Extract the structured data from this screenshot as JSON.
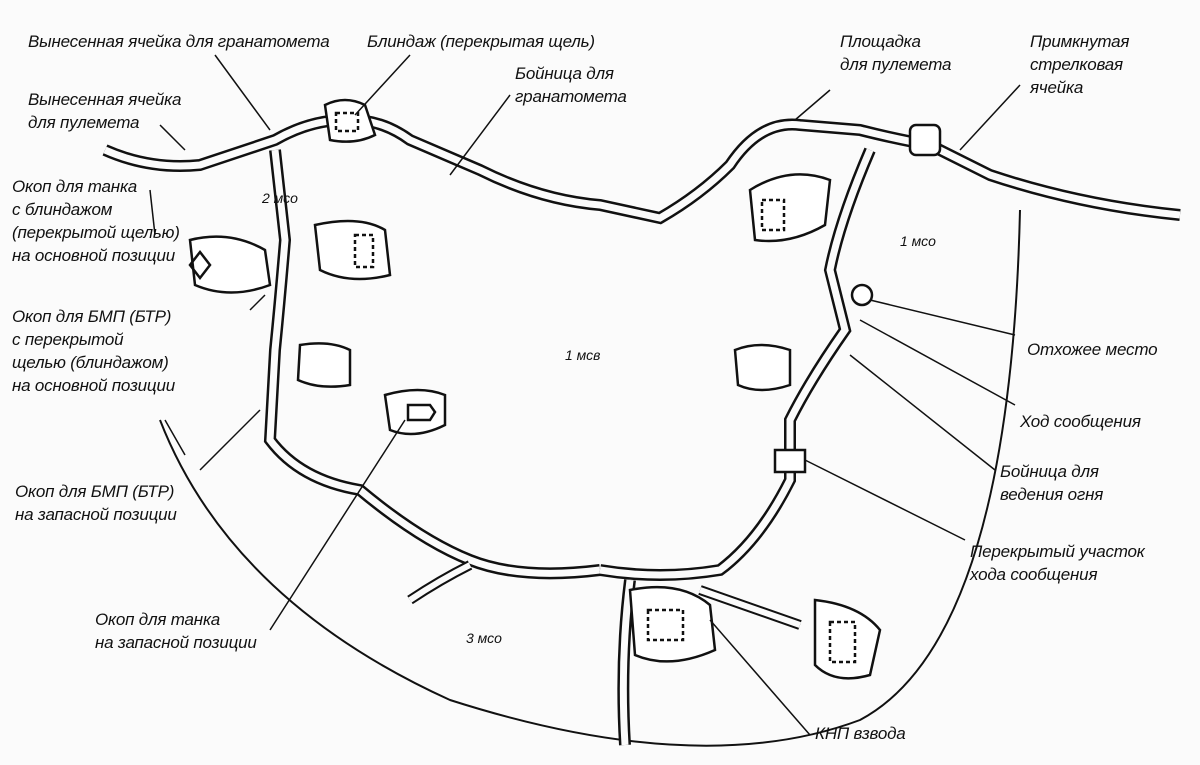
{
  "diagram": {
    "colors": {
      "ink": "#111111",
      "paper": "#fbfbfb",
      "fill": "#ffffff"
    },
    "units": {
      "platoon": "1 мсв",
      "squad1": "1 мсо",
      "squad2": "2 мсо",
      "squad3": "3 мсо"
    },
    "labels": {
      "grenade_cell": [
        "Вынесенная ячейка для гранатомета"
      ],
      "dugout": [
        "Блиндаж (перекрытая щель)"
      ],
      "grenade_loophole": [
        "Бойница для",
        "гранатомета"
      ],
      "mg_pad": [
        "Площадка",
        "для пулемета"
      ],
      "rifle_cell": [
        "Примкнутая",
        "стрелковая",
        "ячейка"
      ],
      "mg_cell": [
        "Вынесенная ячейка",
        "для пулемета"
      ],
      "tank_trench_main": [
        "Окоп для танка",
        "с блиндажом",
        "(перекрытой щелью)",
        "на основной позиции"
      ],
      "bmp_trench_main": [
        "Окоп для БМП (БТР)",
        "с перекрытой",
        "щелью (блиндажом)",
        "на основной позиции"
      ],
      "bmp_trench_reserve": [
        "Окоп для БМП (БТР)",
        "на запасной позиции"
      ],
      "tank_trench_reserve": [
        "Окоп для танка",
        "на запасной позиции"
      ],
      "latrine": [
        "Отхожее место"
      ],
      "comm_trench": [
        "Ход сообщения"
      ],
      "fire_loophole": [
        "Бойница для",
        "ведения огня"
      ],
      "covered_section": [
        "Перекрытый участок",
        "хода сообщения"
      ],
      "command_post": [
        "КНП взвода"
      ]
    }
  }
}
